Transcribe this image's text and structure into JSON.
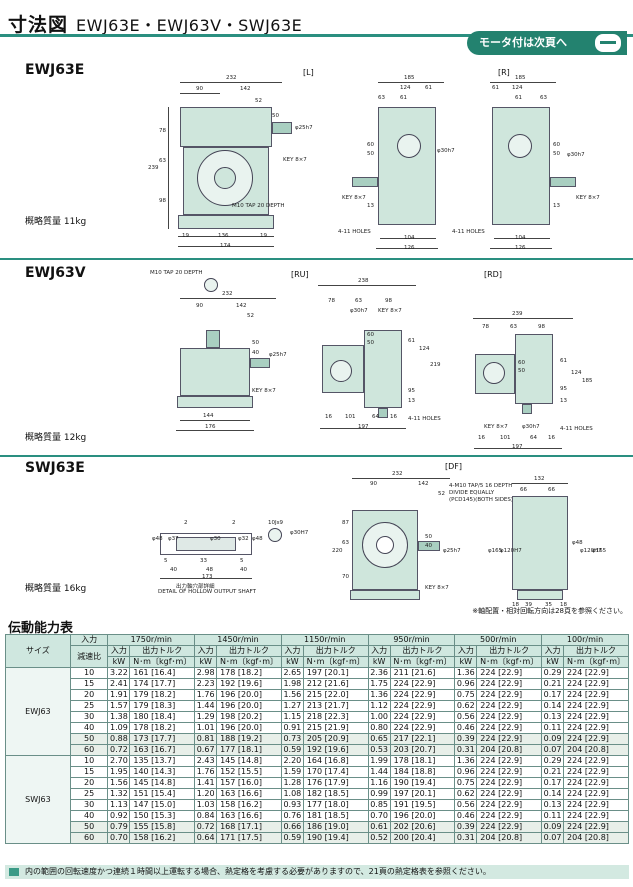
{
  "header": {
    "title": "寸法図",
    "models": "EWJ63E・EWJ63V・SWJ63E",
    "motor_tag": "モータ付は次頁へ"
  },
  "ewj63e": {
    "title": "EWJ63E",
    "mass": "概略質量 11kg",
    "view_l": "[L]",
    "view_r": "[R]",
    "labels": {
      "d232": "232",
      "d90": "90",
      "d142": "142",
      "d52": "52",
      "d50": "50",
      "d40": "40",
      "d78": "78",
      "d63": "63",
      "d239": "239",
      "d98": "98",
      "d19a": "19",
      "d136": "136",
      "d19b": "19",
      "d174": "174",
      "phi25": "φ25h7",
      "key87": "KEY 8×7",
      "m10tap": "M10 TAP 20 DEPTH",
      "d185a": "185",
      "d124a": "124",
      "d61a": "61",
      "d63a": "63",
      "d61b": "61",
      "d60a": "60",
      "d50a": "50",
      "d13a": "13",
      "phi30a": "φ30h7",
      "key87b": "KEY 8×7",
      "holes_a": "4-11 HOLES",
      "d104a": "104",
      "d126a": "126",
      "d185b": "185",
      "d124b": "124",
      "d61c": "61",
      "d61d": "61",
      "d63b": "63",
      "d60b": "60",
      "d50b": "50",
      "d13b": "13",
      "phi30b": "φ30h7",
      "key87c": "KEY 8×7",
      "holes_b": "4-11 HOLES",
      "d104b": "104",
      "d126b": "126"
    }
  },
  "ewj63v": {
    "title": "EWJ63V",
    "mass": "概略質量 12kg",
    "view_ru": "[RU]",
    "view_rd": "[RD]",
    "labels": {
      "m10tap": "M10 TAP 20 DEPTH",
      "d232": "232",
      "d90": "90",
      "d142": "142",
      "d52": "52",
      "d50": "50",
      "d40": "40",
      "phi25": "φ25h7",
      "key87": "KEY 8×7",
      "d144": "144",
      "d176": "176",
      "d238": "238",
      "d78": "78",
      "d63": "63",
      "d98": "98",
      "phi30": "φ30h7",
      "key87b": "KEY 8×7",
      "d60": "60",
      "d50b": "50",
      "d61": "61",
      "d124": "124",
      "d219": "219",
      "d95": "95",
      "d13": "13",
      "d16": "16",
      "d101": "101",
      "d64": "64",
      "d16b": "16",
      "d197": "197",
      "holes": "4-11 HOLES",
      "d239": "239",
      "d78b": "78",
      "d63b": "63",
      "d98b": "98",
      "d60b": "60",
      "d50c": "50",
      "d61b": "61",
      "d124b": "124",
      "d185": "185",
      "d95b": "95",
      "d13b": "13",
      "key87c": "KEY 8×7",
      "phi30b": "φ30h7",
      "holes_b": "4-11 HOLES",
      "d16c": "16",
      "d101b": "101",
      "d64b": "64",
      "d16d": "16",
      "d197b": "197"
    }
  },
  "swj63e": {
    "title": "SWJ63E",
    "mass": "概略質量 16kg",
    "view_df": "[DF]",
    "shaft_caption_jp": "出力軸穴部詳細",
    "shaft_caption_en": "DETAIL OF HOLLOW OUTPUT SHAFT",
    "labels": {
      "d2a": "2",
      "d2b": "2",
      "d10js9": "10Js9",
      "phi30h7": "φ30H7",
      "phi48": "φ48",
      "phi37": "φ37",
      "phi30": "φ30",
      "phi32": "φ32",
      "phi48b": "φ48",
      "d5": "5",
      "d33": "33",
      "d5b": "5",
      "d40a": "40",
      "d48": "48",
      "d40b": "40",
      "d173": "173",
      "d232": "232",
      "d90": "90",
      "d142": "142",
      "d52": "52",
      "tap_note1": "4-M10 TAP/5 16 DEPTH",
      "tap_note2": "DIVIDE EQUALLY",
      "tap_note3": "(PCD145)(BOTH SIDES)",
      "d220": "220",
      "d87": "87",
      "d63": "63",
      "d70": "70",
      "d50": "50",
      "d40": "40",
      "phi25": "φ25h7",
      "key87": "KEY 8×7",
      "d132": "132",
      "d66a": "66",
      "d66b": "66",
      "phi165a": "φ165",
      "phi120": "φ120H7",
      "phi48c": "φ48",
      "phi120b": "φ120H7",
      "phi165b": "φ165",
      "d18": "18",
      "d39": "39",
      "d35": "35",
      "d18b": "18"
    }
  },
  "axis_note": "※軸配置・相対回転方向は28頁を参照ください。",
  "capacity": {
    "title": "伝動能力表",
    "size_label": "サイズ",
    "input_label": "入力",
    "ratio_label": "減速比",
    "speeds": [
      "1750r/min",
      "1450r/min",
      "1150r/min",
      "950r/min",
      "500r/min",
      "100r/min"
    ],
    "sub_in": "入力",
    "sub_in_unit": "kW",
    "sub_out": "出力トルク",
    "sub_out_unit": "N･m〔kgf･m〕",
    "groups": [
      {
        "model": "EWJ63",
        "rows": [
          {
            "r": "10",
            "v": [
              "3.22",
              "161 [16.4]",
              "2.98",
              "178 [18.2]",
              "2.65",
              "197 [20.1]",
              "2.36",
              "211 [21.6]",
              "1.36",
              "224 [22.9]",
              "0.29",
              "224 [22.9]"
            ]
          },
          {
            "r": "15",
            "v": [
              "2.41",
              "174 [17.7]",
              "2.23",
              "192 [19.6]",
              "1.98",
              "212 [21.6]",
              "1.75",
              "224 [22.9]",
              "0.96",
              "224 [22.9]",
              "0.21",
              "224 [22.9]"
            ]
          },
          {
            "r": "20",
            "v": [
              "1.91",
              "179 [18.2]",
              "1.76",
              "196 [20.0]",
              "1.56",
              "215 [22.0]",
              "1.36",
              "224 [22.9]",
              "0.75",
              "224 [22.9]",
              "0.17",
              "224 [22.9]"
            ]
          },
          {
            "r": "25",
            "v": [
              "1.57",
              "179 [18.3]",
              "1.44",
              "196 [20.0]",
              "1.27",
              "213 [21.7]",
              "1.12",
              "224 [22.9]",
              "0.62",
              "224 [22.9]",
              "0.14",
              "224 [22.9]"
            ]
          },
          {
            "r": "30",
            "v": [
              "1.38",
              "180 [18.4]",
              "1.29",
              "198 [20.2]",
              "1.15",
              "218 [22.3]",
              "1.00",
              "224 [22.9]",
              "0.56",
              "224 [22.9]",
              "0.13",
              "224 [22.9]"
            ]
          },
          {
            "r": "40",
            "v": [
              "1.09",
              "178 [18.2]",
              "1.01",
              "196 [20.0]",
              "0.91",
              "215 [21.9]",
              "0.80",
              "224 [22.9]",
              "0.46",
              "224 [22.9]",
              "0.11",
              "224 [22.9]"
            ]
          },
          {
            "r": "50",
            "v": [
              "0.88",
              "173 [17.7]",
              "0.81",
              "188 [19.2]",
              "0.73",
              "205 [20.9]",
              "0.65",
              "217 [22.1]",
              "0.39",
              "224 [22.9]",
              "0.09",
              "224 [22.9]"
            ]
          },
          {
            "r": "60",
            "v": [
              "0.72",
              "163 [16.7]",
              "0.67",
              "177 [18.1]",
              "0.59",
              "192 [19.6]",
              "0.53",
              "203 [20.7]",
              "0.31",
              "204 [20.8]",
              "0.07",
              "204 [20.8]"
            ]
          }
        ]
      },
      {
        "model": "SWJ63",
        "rows": [
          {
            "r": "10",
            "v": [
              "2.70",
              "135 [13.7]",
              "2.43",
              "145 [14.8]",
              "2.20",
              "164 [16.8]",
              "1.99",
              "178 [18.1]",
              "1.36",
              "224 [22.9]",
              "0.29",
              "224 [22.9]"
            ]
          },
          {
            "r": "15",
            "v": [
              "1.95",
              "140 [14.3]",
              "1.76",
              "152 [15.5]",
              "1.59",
              "170 [17.4]",
              "1.44",
              "184 [18.8]",
              "0.96",
              "224 [22.9]",
              "0.21",
              "224 [22.9]"
            ]
          },
          {
            "r": "20",
            "v": [
              "1.56",
              "145 [14.8]",
              "1.41",
              "157 [16.0]",
              "1.28",
              "176 [17.9]",
              "1.16",
              "190 [19.4]",
              "0.75",
              "224 [22.9]",
              "0.17",
              "224 [22.9]"
            ]
          },
          {
            "r": "25",
            "v": [
              "1.32",
              "151 [15.4]",
              "1.20",
              "163 [16.6]",
              "1.08",
              "182 [18.5]",
              "0.99",
              "197 [20.1]",
              "0.62",
              "224 [22.9]",
              "0.14",
              "224 [22.9]"
            ]
          },
          {
            "r": "30",
            "v": [
              "1.13",
              "147 [15.0]",
              "1.03",
              "158 [16.2]",
              "0.93",
              "177 [18.0]",
              "0.85",
              "191 [19.5]",
              "0.56",
              "224 [22.9]",
              "0.13",
              "224 [22.9]"
            ]
          },
          {
            "r": "40",
            "v": [
              "0.92",
              "150 [15.3]",
              "0.84",
              "163 [16.6]",
              "0.76",
              "181 [18.5]",
              "0.70",
              "196 [20.0]",
              "0.46",
              "224 [22.9]",
              "0.11",
              "224 [22.9]"
            ]
          },
          {
            "r": "50",
            "v": [
              "0.79",
              "155 [15.8]",
              "0.72",
              "168 [17.1]",
              "0.66",
              "186 [19.0]",
              "0.61",
              "202 [20.6]",
              "0.39",
              "224 [22.9]",
              "0.09",
              "224 [22.9]"
            ]
          },
          {
            "r": "60",
            "v": [
              "0.70",
              "158 [16.2]",
              "0.64",
              "171 [17.5]",
              "0.59",
              "190 [19.4]",
              "0.52",
              "200 [20.4]",
              "0.31",
              "204 [20.8]",
              "0.07",
              "204 [20.8]"
            ]
          }
        ]
      }
    ],
    "footnote": "内の範囲の回転速度かつ連続１時間以上運転する場合、熱定格を考慮する必要がありますので、21頁の熱定格表を参照ください。"
  }
}
